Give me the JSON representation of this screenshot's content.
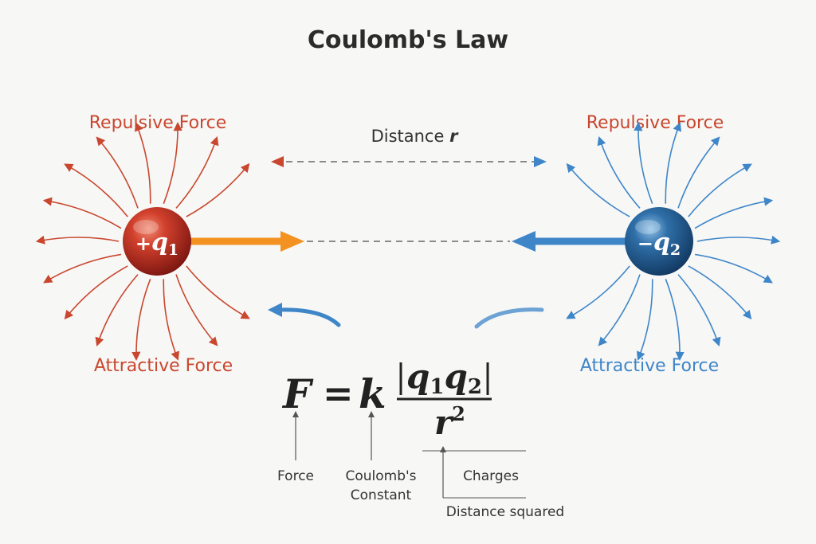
{
  "title": "Coulomb's Law",
  "left_charge": {
    "sign": "+",
    "symbol": "q",
    "subscript": "1",
    "color": "#c0392b"
  },
  "right_charge": {
    "sign": "−",
    "symbol": "q",
    "subscript": "2",
    "color": "#1f5f94"
  },
  "labels": {
    "repulsive_left": "Repulsive Force",
    "repulsive_right": "Repulsive Force",
    "attractive_left": "Attractive Force",
    "attractive_right": "Attractive Force",
    "distance_prefix": "Distance",
    "distance_symbol": "r"
  },
  "formula": {
    "force": "F",
    "equals": "=",
    "constant": "k",
    "q1": "q",
    "q1_sub": "1",
    "q2": "q",
    "q2_sub": "2",
    "denominator": "r",
    "exponent": "2"
  },
  "annotations": {
    "force": "Force",
    "constant_line1": "Coulomb's",
    "constant_line2": "Constant",
    "charges": "Charges",
    "distance_squared": "Distance squared"
  },
  "colors": {
    "red": "#c9472e",
    "blue": "#3f86c8",
    "orange": "#f39221",
    "dark": "#2b2b2b"
  }
}
